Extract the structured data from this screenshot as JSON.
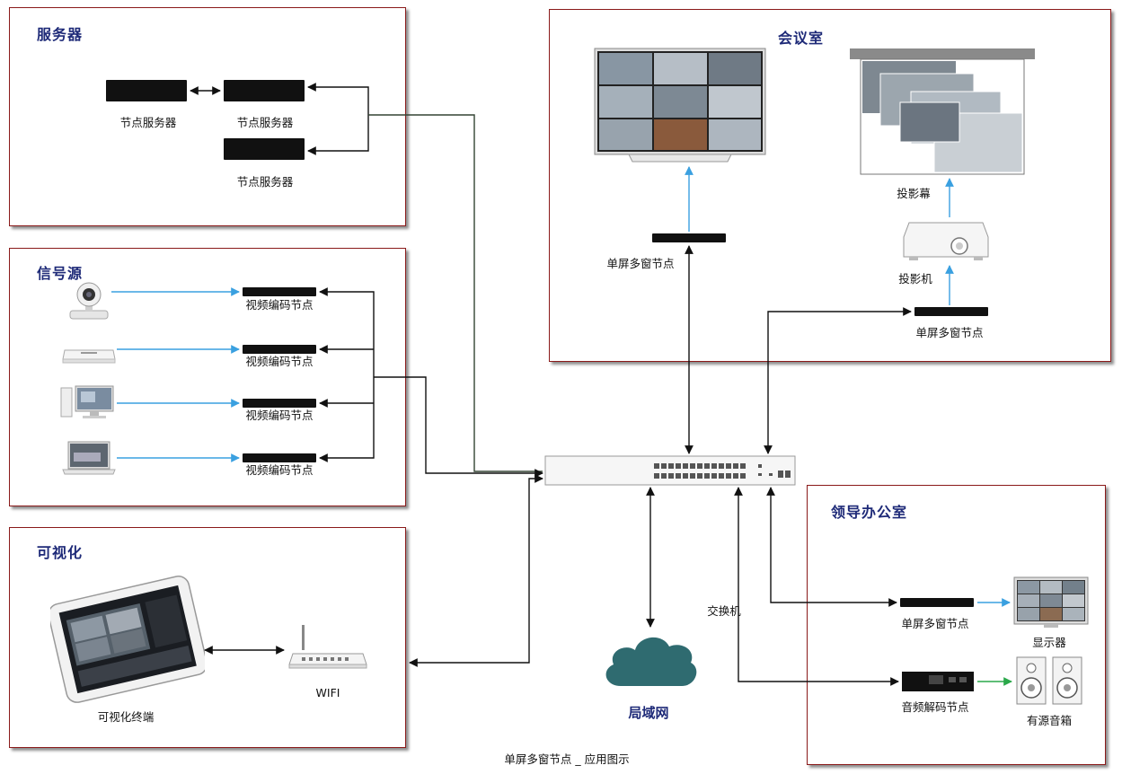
{
  "panels": {
    "server": {
      "title": "服务器",
      "nodes": [
        "节点服务器",
        "节点服务器",
        "节点服务器"
      ]
    },
    "source": {
      "title": "信号源",
      "encoders": [
        "视频编码节点",
        "视频编码节点",
        "视频编码节点",
        "视频编码节点"
      ]
    },
    "visual": {
      "title": "可视化",
      "terminal_label": "可视化终端",
      "wifi_label": "WIFI"
    },
    "meeting": {
      "title": "会议室",
      "node1_label": "单屏多窗节点",
      "screen_label": "投影幕",
      "projector_label": "投影机",
      "node2_label": "单屏多窗节点"
    },
    "office": {
      "title": "领导办公室",
      "node_label": "单屏多窗节点",
      "display_label": "显示器",
      "audio_node_label": "音频解码节点",
      "speaker_label": "有源音箱"
    }
  },
  "switch_label": "交换机",
  "lan_label": "局域网",
  "caption": "单屏多窗节点 _ 应用图示",
  "colors": {
    "panel_border": "#8a1a1a",
    "title": "#1e2a78",
    "blue_line": "#3aa0e0",
    "green_line": "#2aa84a",
    "cloud": "#2f6b70"
  }
}
